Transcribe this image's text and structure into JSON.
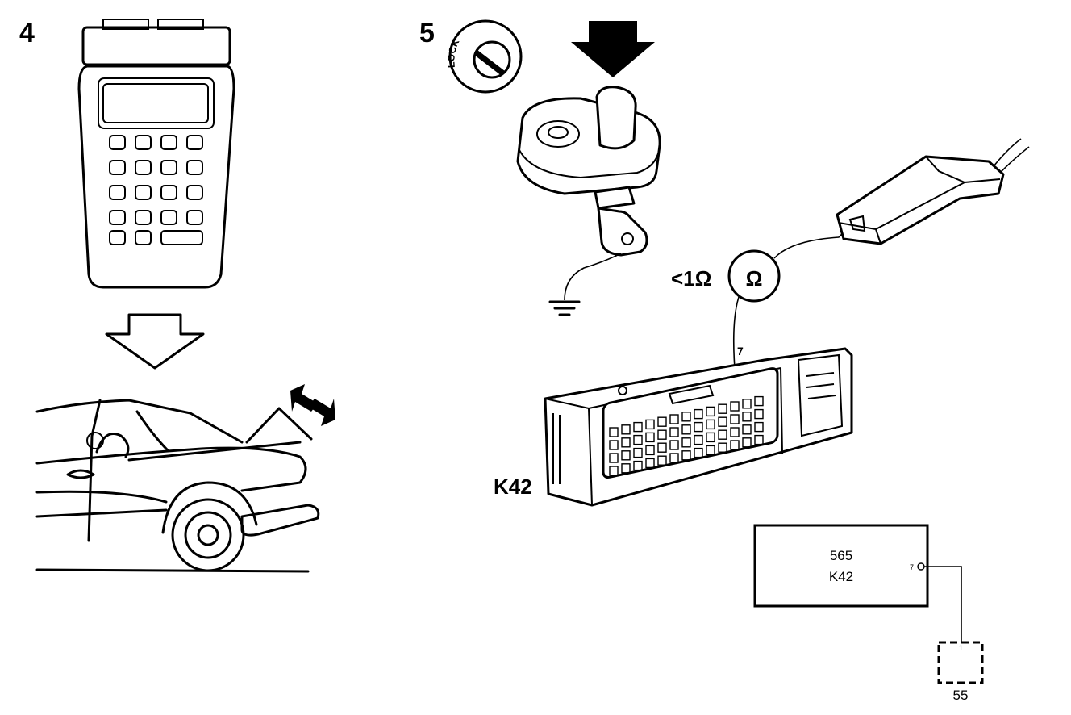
{
  "steps": {
    "step4_number": "4",
    "step5_number": "5"
  },
  "lock_switch": {
    "label": "LOCK"
  },
  "measurement": {
    "limit": "<1Ω",
    "meter_symbol": "Ω",
    "pin_number": "7"
  },
  "connector": {
    "label": "K42"
  },
  "schematic": {
    "box_line1": "565",
    "box_line2": "K42",
    "pin_out": "7",
    "ground_pin": "1",
    "ground_label": "55"
  }
}
